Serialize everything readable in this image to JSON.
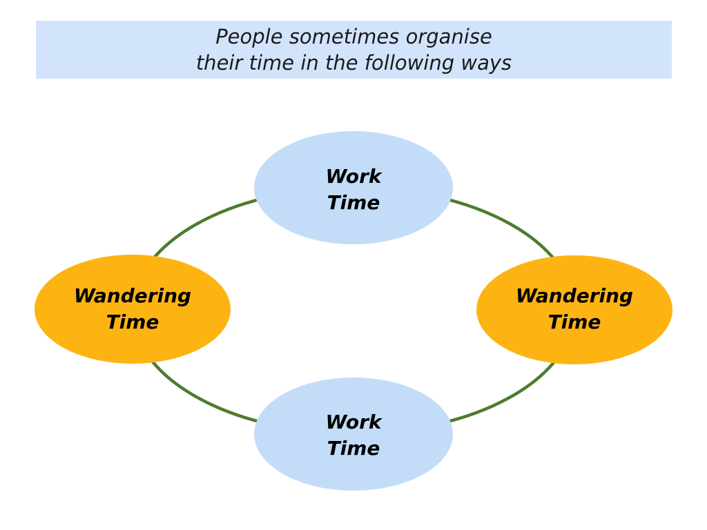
{
  "title_banner": {
    "line1": "People sometimes organise",
    "line2": "their time in the following ways",
    "bg_color": "#D2E4FB"
  },
  "diagram": {
    "connector_color": "#4E7B2D",
    "node_colors": {
      "work": "#C3DCF8",
      "wandering": "#FDB413"
    },
    "nodes": {
      "top": {
        "line1": "Work",
        "line2": "Time"
      },
      "right": {
        "line1": "Wandering",
        "line2": "Time"
      },
      "bottom": {
        "line1": "Work",
        "line2": "Time"
      },
      "left": {
        "line1": "Wandering",
        "line2": "Time"
      }
    }
  }
}
